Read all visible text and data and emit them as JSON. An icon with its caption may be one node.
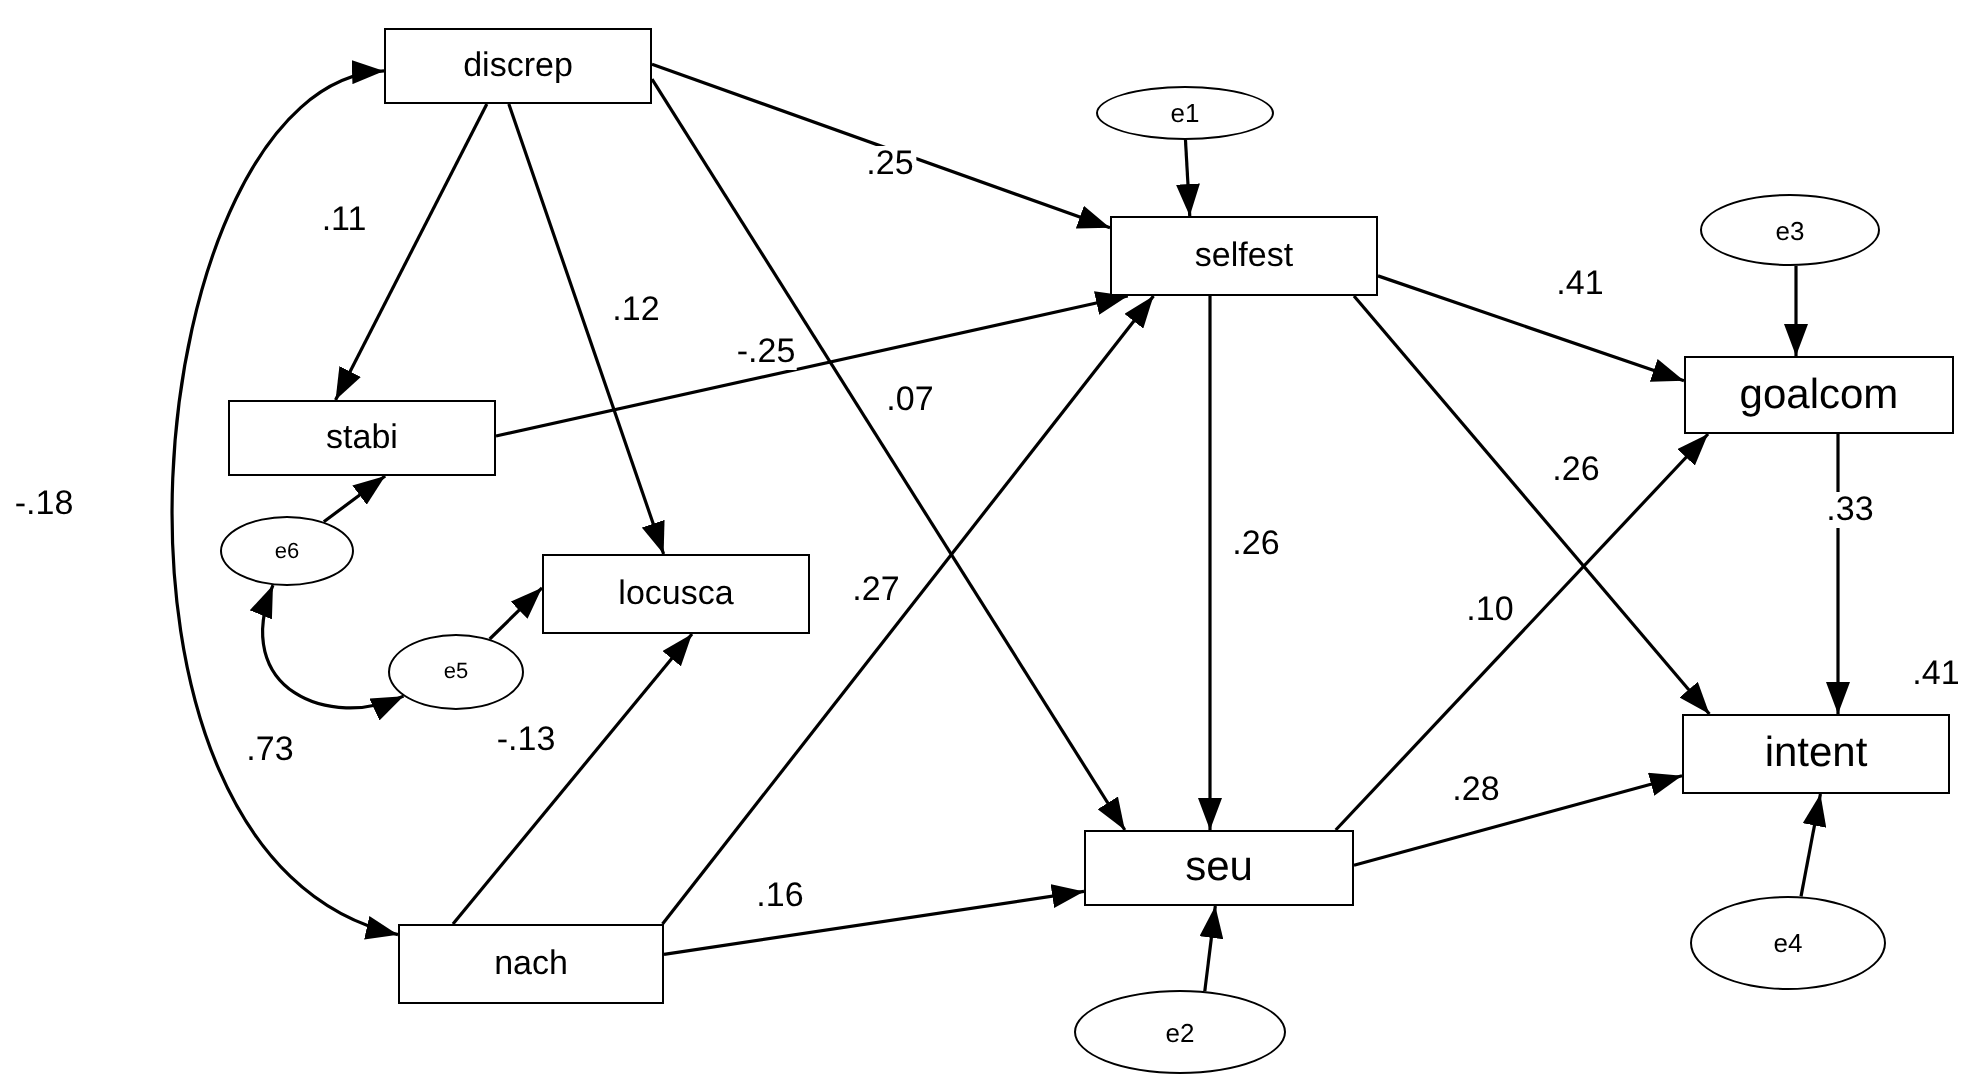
{
  "diagram": {
    "nodes": [
      {
        "text": [
          "discrep"
        ]
      },
      {
        "text": [
          "e1"
        ]
      },
      {
        "text": [
          "selfest"
        ]
      },
      {
        "text": [
          "e3"
        ]
      },
      {
        "text": [
          "goalcom"
        ]
      },
      {
        "text": [
          "stabi"
        ]
      },
      {
        "text": [
          "e6"
        ]
      },
      {
        "text": [
          "locusca"
        ]
      },
      {
        "text": [
          "e5"
        ]
      },
      {
        "text": [
          "intent"
        ],
        "beside": [
          ".41"
        ]
      },
      {
        "text": [
          "seu"
        ]
      },
      {
        "text": [
          "nach"
        ]
      },
      {
        "text": [
          "e4"
        ]
      },
      {
        "text": [
          "e2"
        ]
      }
    ],
    "edges": [
      {
        "from": 0,
        "to": 5,
        "arrow": "to",
        "label": ".11"
      },
      {
        "from": 0,
        "to": 7,
        "arrow": "to",
        "label": ".12"
      },
      {
        "from": 0,
        "to": 2,
        "arrow": "to",
        "label": ".25"
      },
      {
        "from": 0,
        "to": 10,
        "arrow": "to",
        "label": ".07"
      },
      {
        "from": 5,
        "to": 2,
        "arrow": "to",
        "label": "-.25"
      },
      {
        "from": 11,
        "to": 2,
        "arrow": "to",
        "label": ".27"
      },
      {
        "from": 11,
        "to": 7,
        "arrow": "to",
        "label": "-.13"
      },
      {
        "from": 11,
        "to": 10,
        "arrow": "to",
        "label": ".16"
      },
      {
        "from": 0,
        "to": 11,
        "arrow": "both",
        "label": "-.18"
      },
      {
        "from": 6,
        "to": 8,
        "arrow": "both",
        "label": ".73"
      },
      {
        "from": 6,
        "to": 5,
        "arrow": "to"
      },
      {
        "from": 8,
        "to": 7,
        "arrow": "to"
      },
      {
        "from": 1,
        "to": 2,
        "arrow": "to"
      },
      {
        "from": 3,
        "to": 4,
        "arrow": "to"
      },
      {
        "from": 12,
        "to": 9,
        "arrow": "to"
      },
      {
        "from": 13,
        "to": 10,
        "arrow": "to"
      },
      {
        "from": 2,
        "to": 4,
        "arrow": "to",
        "label": ".41"
      },
      {
        "from": 2,
        "to": 10,
        "arrow": "to",
        "label": ".26"
      },
      {
        "from": 2,
        "to": 9,
        "arrow": "to",
        "label": ".26"
      },
      {
        "from": 10,
        "to": 4,
        "arrow": "to",
        "label": ".10"
      },
      {
        "from": 10,
        "to": 9,
        "arrow": "to",
        "label": ".28"
      },
      {
        "from": 4,
        "to": 9,
        "arrow": "to",
        "label": ".33"
      }
    ]
  }
}
